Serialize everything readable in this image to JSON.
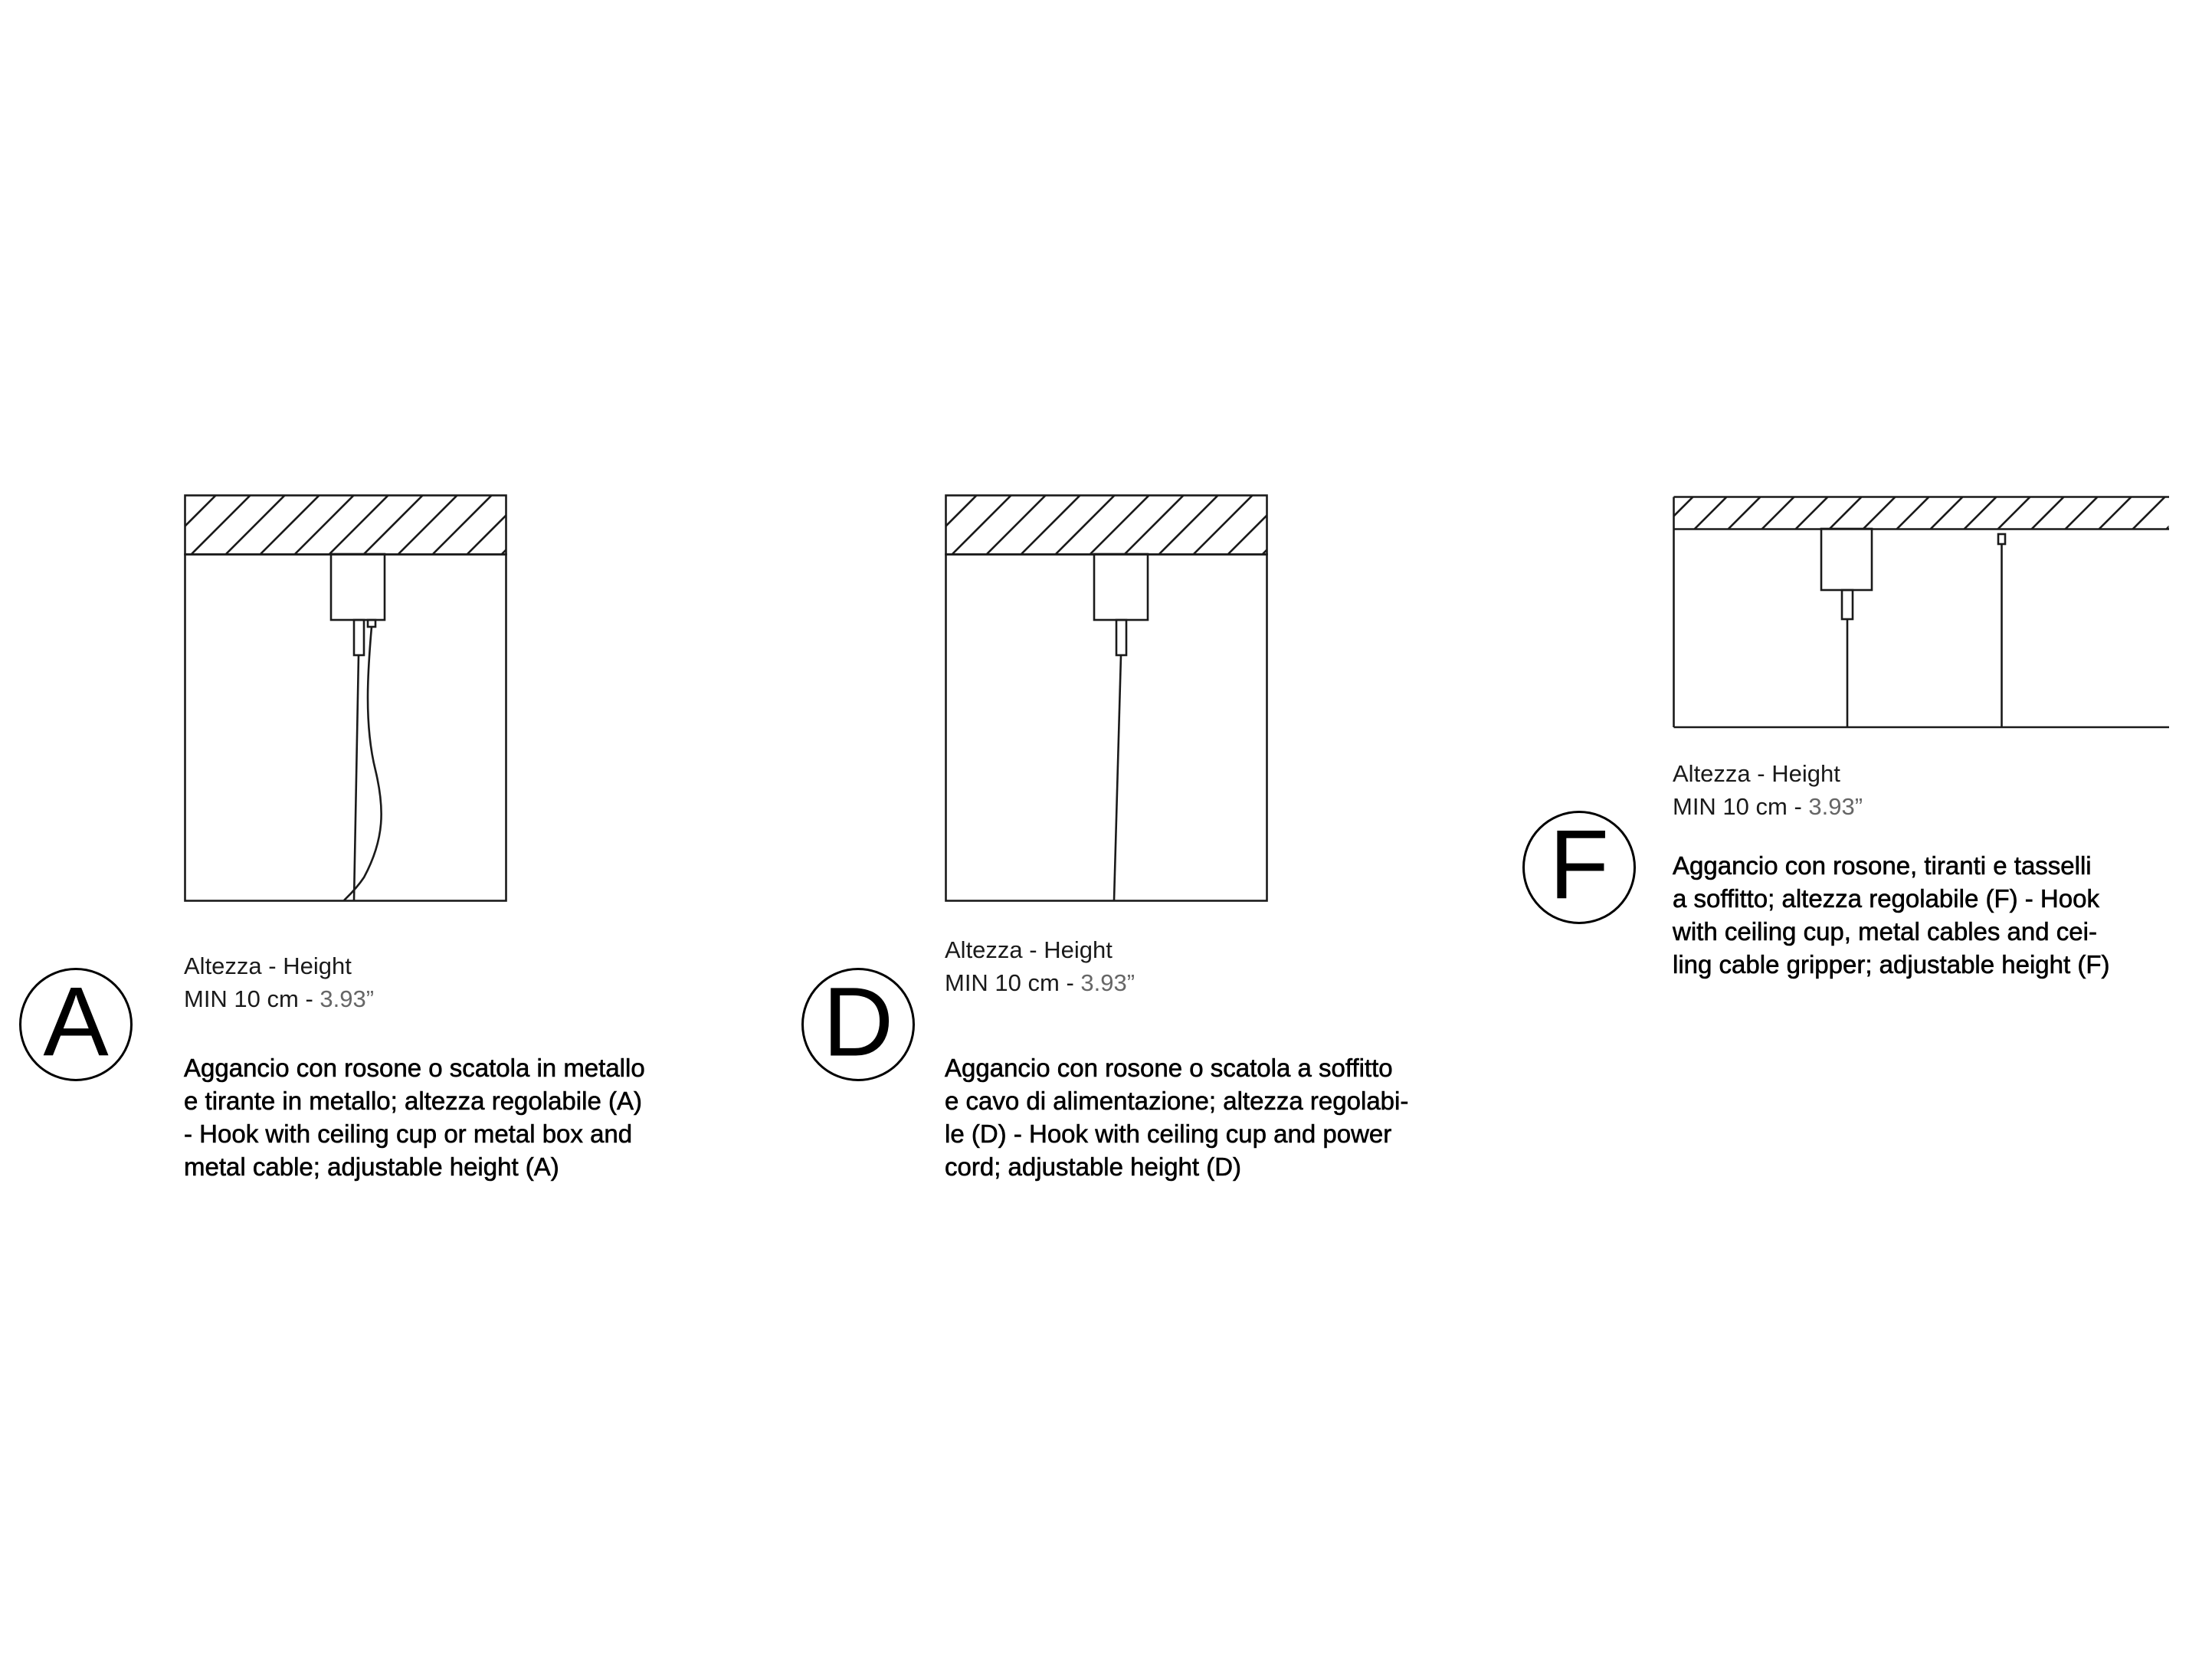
{
  "panels": [
    {
      "id": "A",
      "letter": "A",
      "height_label": "Altezza - Height",
      "min_prefix": "MIN 10 cm - ",
      "min_inch": "3.93”",
      "description": [
        "Aggancio con rosone o scatola in metallo",
        "e tirante in metallo; altezza regolabile (A)",
        "- Hook with ceiling cup or metal box and",
        "metal cable; adjustable height (A)"
      ]
    },
    {
      "id": "D",
      "letter": "D",
      "height_label": "Altezza - Height",
      "min_prefix": "MIN 10 cm - ",
      "min_inch": "3.93”",
      "description": [
        "Aggancio con rosone o scatola a soffitto",
        "e cavo di alimentazione; altezza regolabi-",
        "le (D)  - Hook with ceiling cup and power",
        "cord; adjustable height (D)"
      ]
    },
    {
      "id": "F",
      "letter": "F",
      "height_label": "Altezza - Height",
      "min_prefix": "MIN 10 cm - ",
      "min_inch": "3.93”",
      "description": [
        "Aggancio con rosone, tiranti e tasselli",
        "a soffitto; altezza regolabile (F) - Hook",
        "with ceiling cup, metal cables and cei-",
        "ling cable gripper; adjustable height  (F)"
      ]
    }
  ]
}
